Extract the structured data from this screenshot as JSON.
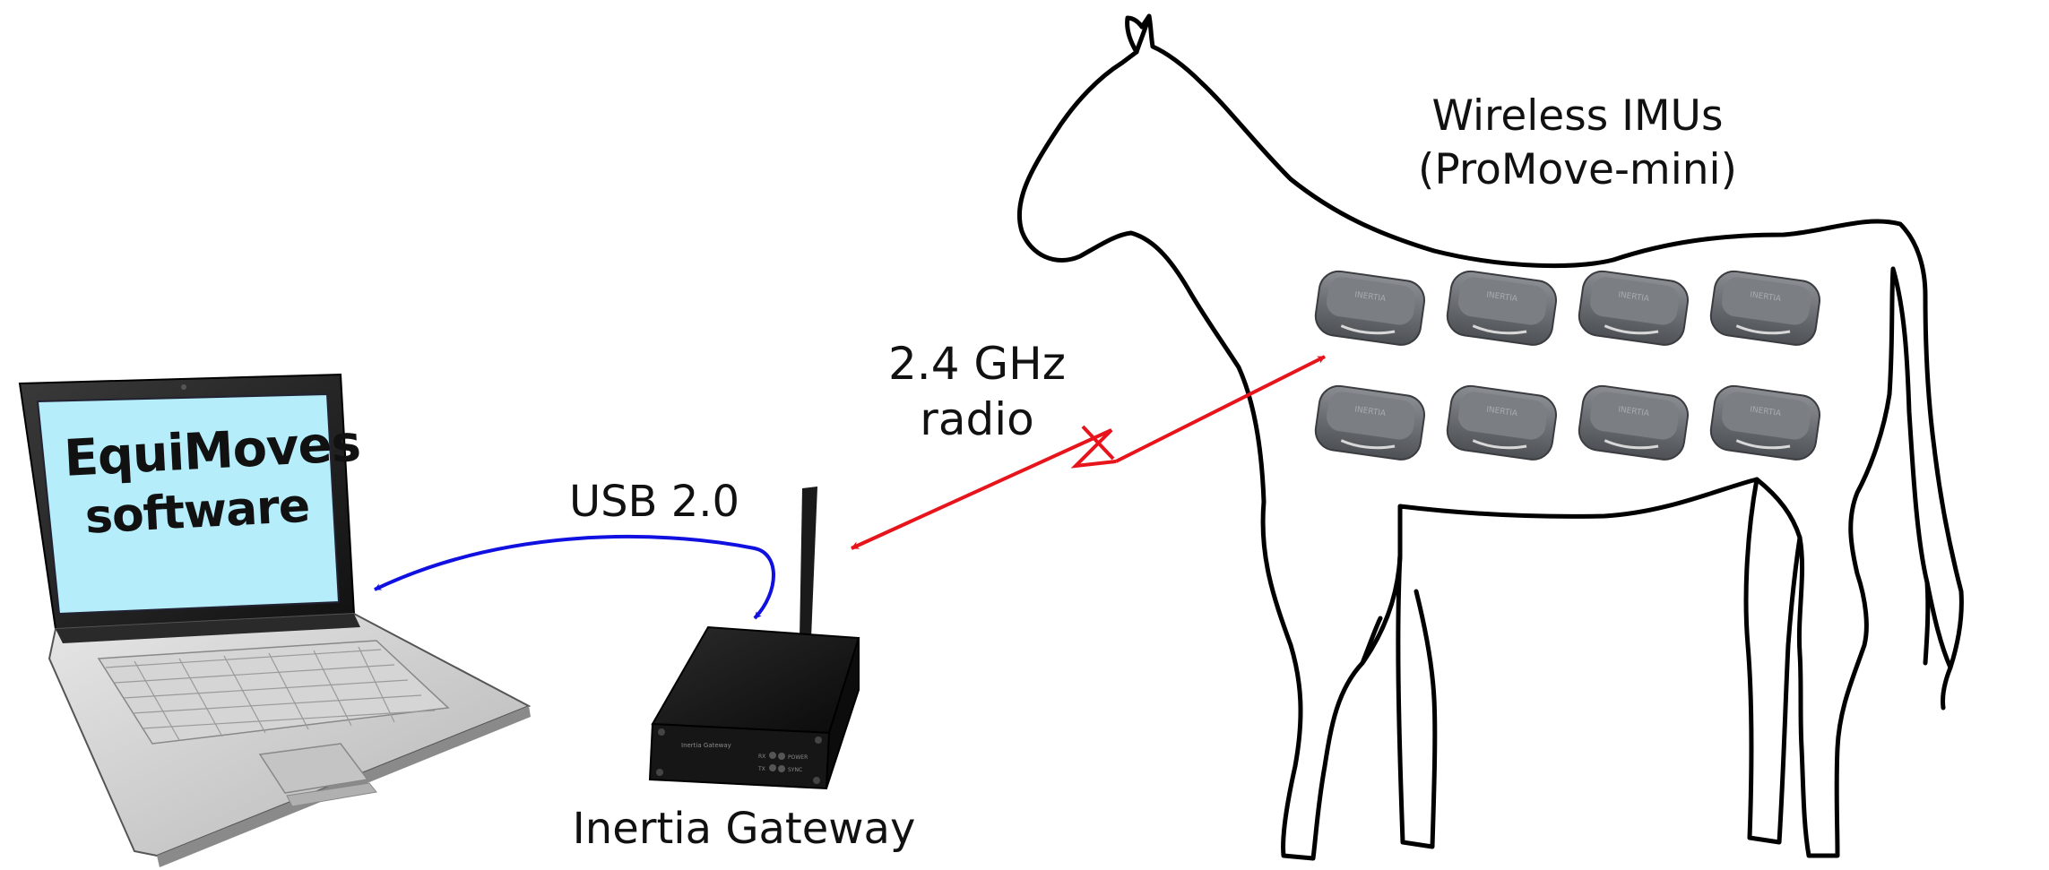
{
  "labels": {
    "imus_line1": "Wireless IMUs",
    "imus_line2": "(ProMove-mini)",
    "radio_line1": "2.4 GHz",
    "radio_line2": "radio",
    "usb": "USB 2.0",
    "gateway": "Inertia Gateway",
    "software_line1": "EquiMoves",
    "software_line2": "software"
  },
  "device_marks": {
    "sensor_brand": "INERTIA",
    "gateway_brand": "Inertia Gateway",
    "gateway_led_power": "POWER",
    "gateway_led_sync": "SYNC",
    "gateway_led_rx": "RX",
    "gateway_led_tx": "TX"
  },
  "colors": {
    "radio_link": "#e8141b",
    "usb_link": "#1010e0",
    "screen": "#b5eefa",
    "sensor": "#5e6166",
    "outline": "#000000"
  },
  "icons": [
    "laptop-icon",
    "gateway-icon",
    "antenna-icon",
    "imu-sensor-icon",
    "horse-outline"
  ],
  "sensor_count": 8
}
